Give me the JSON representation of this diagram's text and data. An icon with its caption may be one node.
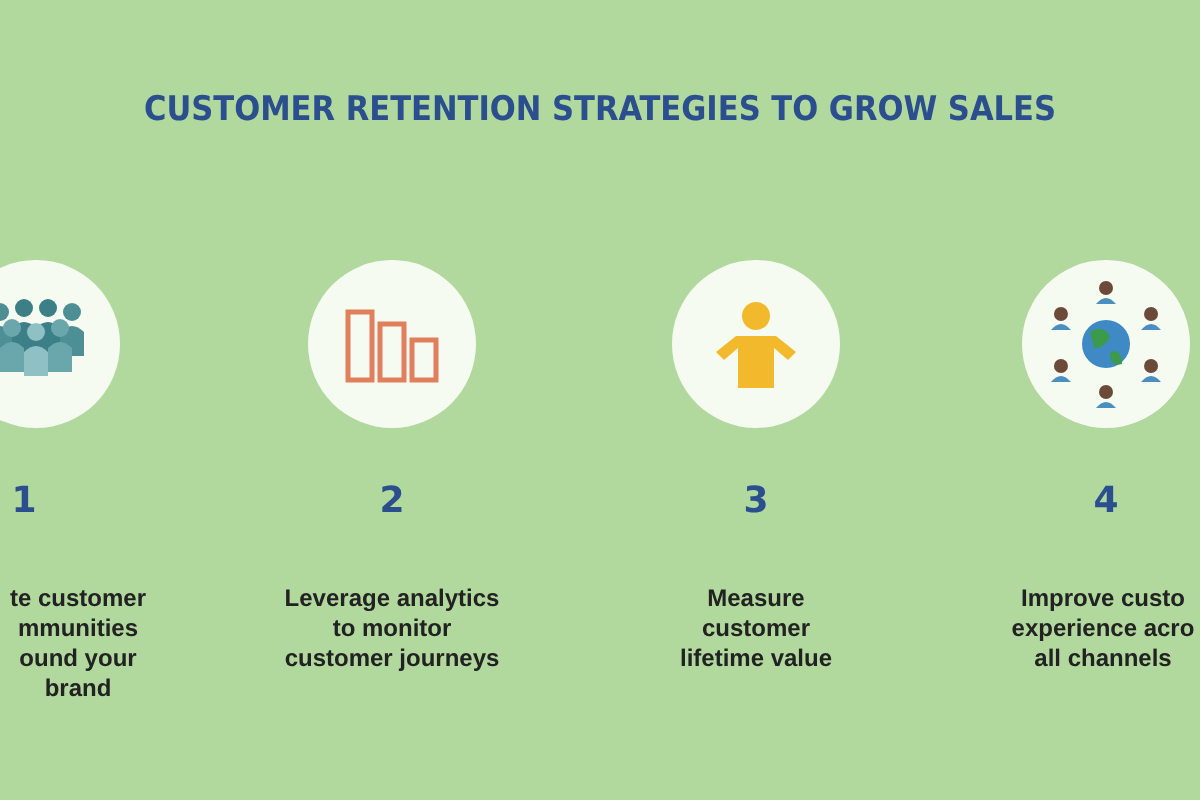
{
  "diagram": {
    "title": "CUSTOMER RETENTION STRATEGIES TO GROW SALES",
    "nodes": [
      {
        "text": [
          "1",
          "te customer mmunities ound your brand"
        ]
      },
      {
        "text": [
          "2",
          "Leverage analytics to monitor customer journeys"
        ]
      },
      {
        "text": [
          "3",
          "Measure customer lifetime value"
        ]
      },
      {
        "text": [
          "4",
          "Improve custo experience acro all channels"
        ]
      }
    ]
  }
}
